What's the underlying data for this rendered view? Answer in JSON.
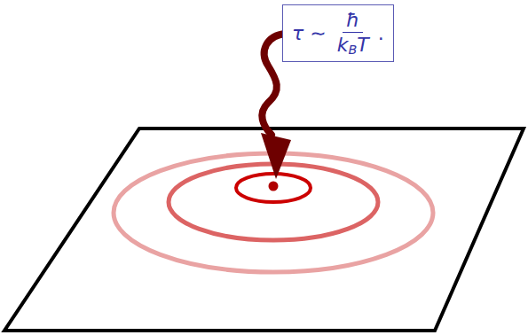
{
  "diagram": {
    "nodes": [
      {
        "text": [
          "τ ∼",
          "ħ",
          "kBT",
          "."
        ]
      }
    ]
  }
}
